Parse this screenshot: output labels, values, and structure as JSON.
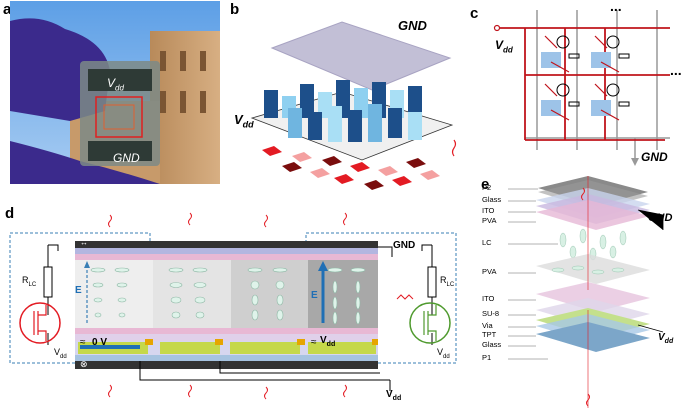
{
  "panels": {
    "a": {
      "label": "a",
      "top_text": "V",
      "top_sub": "dd",
      "bottom_text": "GND"
    },
    "b": {
      "label": "b",
      "gnd": "GND",
      "vdd": "V",
      "vdd_sub": "dd"
    },
    "c": {
      "label": "c",
      "vdd": "V",
      "vdd_sub": "dd",
      "gnd": "GND",
      "ellipsis": "..."
    },
    "d": {
      "label": "d",
      "gnd": "GND",
      "e_left": "E",
      "e_right": "E",
      "zero_v": "0 V",
      "vdd_mid": "V",
      "vdd_mid_sub": "dd",
      "vdd_bottom": "V",
      "vdd_bottom_sub": "dd",
      "rlc_left": "R",
      "rlc_left_sub": "LC",
      "rlc_right": "R",
      "rlc_right_sub": "LC",
      "vdd_left": "V",
      "vdd_left_sub": "dd",
      "vdd_right": "V",
      "vdd_right_sub": "dd",
      "approx1": "≈",
      "approx2": "≈",
      "cross": "⊗",
      "arrows": "↔"
    },
    "e": {
      "label": "e",
      "gnd": "GND",
      "vdd": "V",
      "vdd_sub": "dd",
      "layers": [
        "P2",
        "Glass",
        "ITO",
        "PVA",
        "LC",
        "PVA",
        "ITO",
        "SU-8",
        "Via",
        "TPT",
        "Glass",
        "P1"
      ]
    }
  }
}
